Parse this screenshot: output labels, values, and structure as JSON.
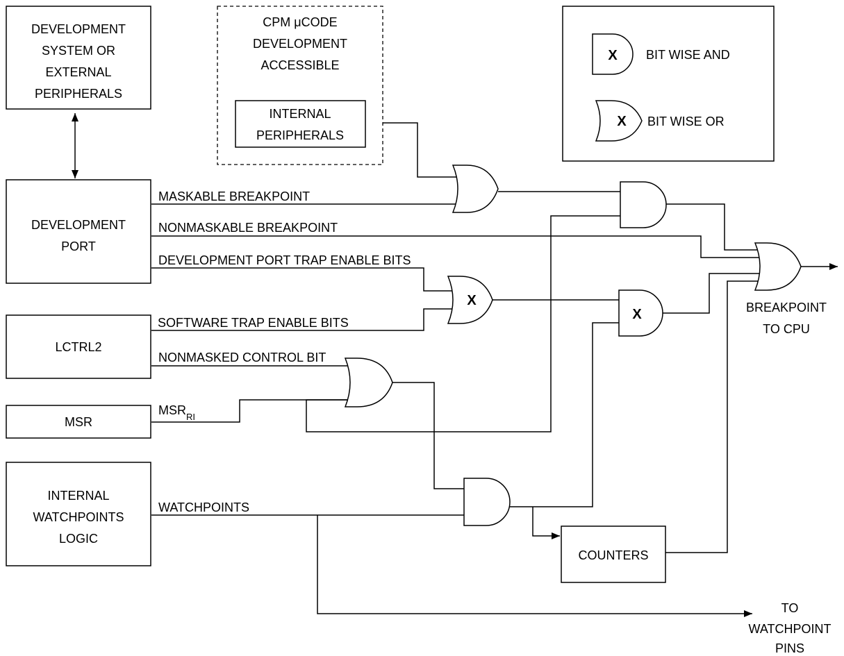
{
  "blocks": {
    "dev_system": [
      "DEVELOPMENT",
      "SYSTEM OR",
      "EXTERNAL",
      "PERIPHERALS"
    ],
    "cpm_title": [
      "CPM μCODE",
      "DEVELOPMENT",
      "ACCESSIBLE"
    ],
    "internal_peripherals": [
      "INTERNAL",
      "PERIPHERALS"
    ],
    "dev_port": [
      "DEVELOPMENT",
      "PORT"
    ],
    "lctrl2": "LCTRL2",
    "msr": "MSR",
    "watchpoints_logic": [
      "INTERNAL",
      "WATCHPOINTS",
      "LOGIC"
    ],
    "counters": "COUNTERS"
  },
  "legend": {
    "gate_symbol": "X",
    "and_label": "BIT WISE AND",
    "or_label": "BIT WISE OR"
  },
  "signals": {
    "maskable": "MASKABLE BREAKPOINT",
    "nonmaskable": "NONMASKABLE BREAKPOINT",
    "dev_trap": "DEVELOPMENT PORT TRAP ENABLE BITS",
    "sw_trap": "SOFTWARE TRAP ENABLE BITS",
    "nonmasked_ctrl": "NONMASKED CONTROL BIT",
    "msr_base": "MSR",
    "msr_sub": "RI",
    "watchpoints": "WATCHPOINTS"
  },
  "outputs": {
    "cpu": [
      "BREAKPOINT",
      "TO CPU"
    ],
    "pins": [
      "TO",
      "WATCHPOINT",
      "PINS"
    ]
  },
  "gate_marks": {
    "trap_or": "X",
    "trap_and": "X"
  }
}
